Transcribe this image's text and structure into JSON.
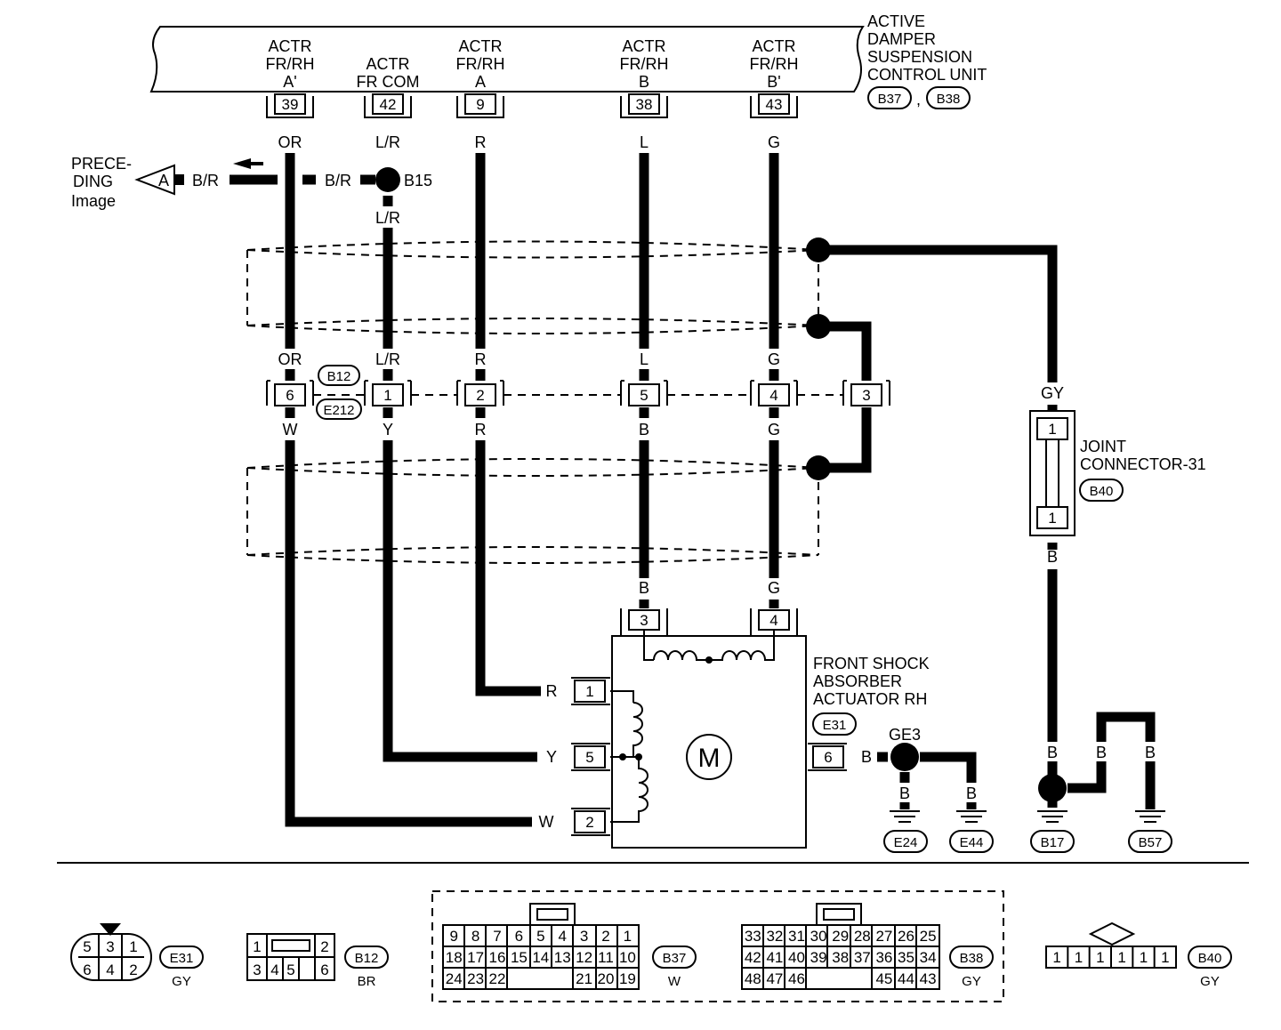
{
  "control_unit": {
    "title_lines": [
      "ACTIVE",
      "DAMPER",
      "SUSPENSION",
      "CONTROL UNIT"
    ],
    "connector_refs": [
      "B37",
      "B38"
    ],
    "ref_separator": ",",
    "terminals": [
      {
        "lines": [
          "ACTR",
          "FR/RH",
          "A'"
        ],
        "pin": "39",
        "wire": "OR"
      },
      {
        "lines": [
          "ACTR",
          "FR COM"
        ],
        "pin": "42",
        "wire": "L/R"
      },
      {
        "lines": [
          "ACTR",
          "FR/RH",
          "A"
        ],
        "pin": "9",
        "wire": "R"
      },
      {
        "lines": [
          "ACTR",
          "FR/RH",
          "B"
        ],
        "pin": "38",
        "wire": "L"
      },
      {
        "lines": [
          "ACTR",
          "FR/RH",
          "B'"
        ],
        "pin": "43",
        "wire": "G"
      }
    ]
  },
  "preceding": {
    "lines": [
      "PRECE-",
      "DING",
      "Image"
    ],
    "marker": "A",
    "wire_left": "B/R",
    "wire_right": "B/R",
    "splice": "B15",
    "wire_down": "L/R"
  },
  "mid_connector": {
    "refs": [
      "B12",
      "E212"
    ],
    "pins": [
      {
        "pin": "6",
        "top": "OR",
        "bottom": "W"
      },
      {
        "pin": "1",
        "top": "L/R",
        "bottom": "Y"
      },
      {
        "pin": "2",
        "top": "R",
        "bottom": "R"
      },
      {
        "pin": "5",
        "top": "L",
        "bottom": "B"
      },
      {
        "pin": "4",
        "top": "G",
        "bottom": "G"
      },
      {
        "pin": "3",
        "top": "",
        "bottom": ""
      }
    ]
  },
  "joint_connector": {
    "wire_top": "GY",
    "pin_top": "1",
    "pin_bottom": "1",
    "wire_bottom": "B",
    "lines": [
      "JOINT",
      "CONNECTOR-31"
    ],
    "ref": "B40"
  },
  "actuator": {
    "lines": [
      "FRONT SHOCK",
      "ABSORBER",
      "ACTUATOR RH"
    ],
    "ref": "E31",
    "motor": "M",
    "top_pins": [
      {
        "pin": "3",
        "wire": "B"
      },
      {
        "pin": "4",
        "wire": "G"
      }
    ],
    "left_pins": [
      {
        "pin": "1",
        "wire": "R"
      },
      {
        "pin": "5",
        "wire": "Y"
      },
      {
        "pin": "2",
        "wire": "W"
      }
    ],
    "right_pin": {
      "pin": "6",
      "wire": "B"
    }
  },
  "grounds": {
    "splice": "GE3",
    "items": [
      {
        "ref": "E24",
        "wire": "B"
      },
      {
        "ref": "E44",
        "wire": "B"
      },
      {
        "ref": "B17",
        "wire": "B"
      },
      {
        "ref": "B57",
        "wire": "B"
      }
    ],
    "bridge_wire": "B"
  },
  "connector_views": [
    {
      "ref": "E31",
      "color": "GY",
      "pins": [
        "5",
        "3",
        "1",
        "6",
        "4",
        "2"
      ]
    },
    {
      "ref": "B12",
      "color": "BR",
      "pins": [
        "1",
        "2",
        "3",
        "4",
        "5",
        "6"
      ]
    },
    {
      "ref": "B37",
      "color": "W",
      "rows": [
        [
          "9",
          "8",
          "7",
          "6",
          "5",
          "4",
          "3",
          "2",
          "1"
        ],
        [
          "18",
          "17",
          "16",
          "15",
          "14",
          "13",
          "12",
          "11",
          "10"
        ],
        [
          "24",
          "23",
          "22",
          "21",
          "20",
          "19"
        ]
      ]
    },
    {
      "ref": "B38",
      "color": "GY",
      "rows": [
        [
          "33",
          "32",
          "31",
          "30",
          "29",
          "28",
          "27",
          "26",
          "25"
        ],
        [
          "42",
          "41",
          "40",
          "39",
          "38",
          "37",
          "36",
          "35",
          "34"
        ],
        [
          "48",
          "47",
          "46",
          "45",
          "44",
          "43"
        ]
      ]
    },
    {
      "ref": "B40",
      "color": "GY",
      "pins": [
        "1",
        "1",
        "1",
        "1",
        "1",
        "1"
      ]
    }
  ]
}
